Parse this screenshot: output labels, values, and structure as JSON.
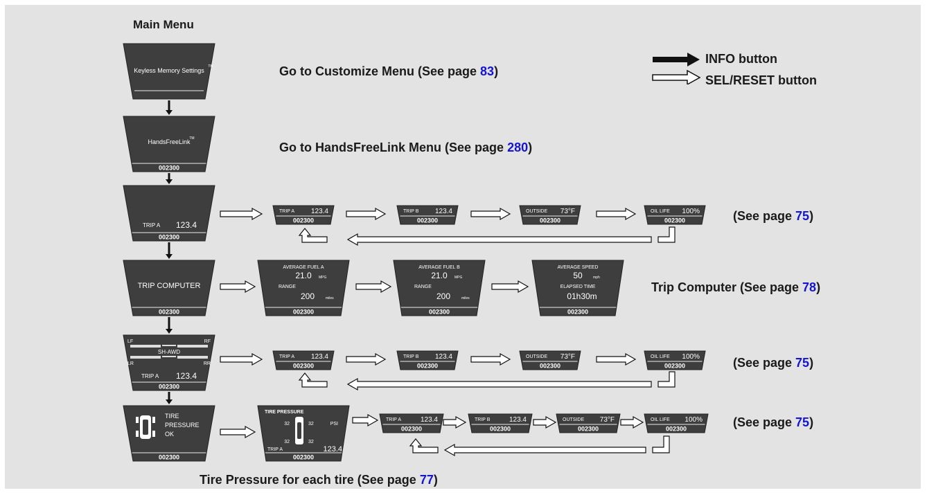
{
  "title": "Main Menu",
  "legend": {
    "info": "INFO button",
    "sel": "SEL/RESET button"
  },
  "odometer": "002300",
  "main_screens": [
    {
      "lines": [
        "Keyless Memory Settings"
      ],
      "tm": "TM"
    },
    {
      "lines": [
        "HandsFreeLink"
      ],
      "tm": "TM"
    },
    {
      "trip_label": "TRIP A",
      "trip_value": "123.4"
    },
    {
      "lines": [
        "TRIP COMPUTER"
      ]
    },
    {
      "lf": "LF",
      "rf": "RF",
      "center": "SH-AWD",
      "lr": "LR",
      "rr": "RR",
      "trip_label": "TRIP A",
      "trip_value": "123.4"
    },
    {
      "lines": [
        "TIRE",
        "PRESSURE",
        "OK"
      ]
    }
  ],
  "trip_screens": [
    {
      "label": "TRIP A",
      "value": "123.4"
    },
    {
      "label": "TRIP B",
      "value": "123.4"
    },
    {
      "label": "OUTSIDE",
      "value": "73°F"
    },
    {
      "label": "OIL LIFE",
      "value": "100%"
    }
  ],
  "trip_computer_screens": [
    {
      "top_label": "AVERAGE FUEL A",
      "top_value": "21.0",
      "top_unit": "MPG",
      "bottom_label": "RANGE",
      "bottom_value": "200",
      "bottom_unit": "miles"
    },
    {
      "top_label": "AVERAGE FUEL B",
      "top_value": "21.0",
      "top_unit": "MPG",
      "bottom_label": "RANGE",
      "bottom_value": "200",
      "bottom_unit": "miles"
    },
    {
      "top_label": "AVERAGE SPEED",
      "top_value": "50",
      "top_unit": "mph",
      "bottom_label": "ELAPSED TIME",
      "bottom_value": "01h30m",
      "bottom_unit": ""
    }
  ],
  "tire_screen": {
    "title": "TIRE PRESSURE",
    "values": [
      "32",
      "32",
      "32",
      "32"
    ],
    "unit": "PSI",
    "trip_label": "TRIP A",
    "trip_value": "123.4"
  },
  "notes": {
    "customize": {
      "text": "Go to Customize Menu (See page ",
      "page": "83",
      "end": ")"
    },
    "hfl": {
      "text": "Go to HandsFreeLink Menu (See page ",
      "page": "280",
      "end": ")"
    },
    "row3": {
      "text": "(See page ",
      "page": "75",
      "end": ")"
    },
    "trip_computer": {
      "text": "Trip Computer (See page ",
      "page": "78",
      "end": ")"
    },
    "row5": {
      "text": "(See page ",
      "page": "75",
      "end": ")"
    },
    "row6": {
      "text": "(See page ",
      "page": "75",
      "end": ")"
    },
    "tire": {
      "text": "Tire Pressure for each tire (See page ",
      "page": "77",
      "end": ")"
    }
  }
}
